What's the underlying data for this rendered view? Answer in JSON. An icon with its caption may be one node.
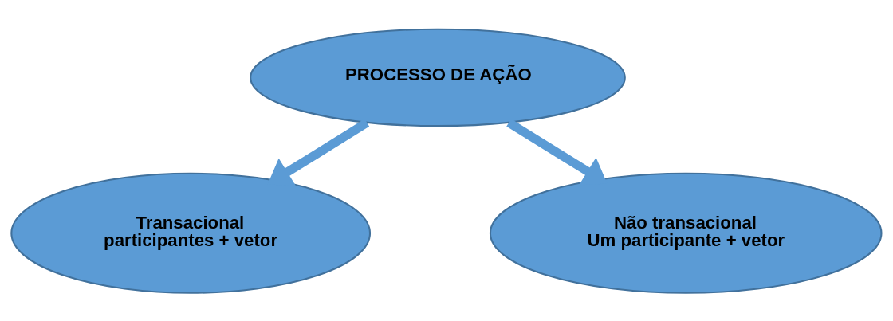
{
  "diagram": {
    "nodes": [
      {
        "text": [
          "PROCESSO DE AÇÃO"
        ]
      },
      {
        "text": [
          "Transacional",
          "participantes + vetor"
        ]
      },
      {
        "text": [
          "Não transacional",
          "Um participante + vetor"
        ]
      }
    ],
    "edges": [
      {
        "from": 0,
        "to": 1,
        "arrow": "to"
      },
      {
        "from": 0,
        "to": 2,
        "arrow": "to"
      }
    ]
  }
}
